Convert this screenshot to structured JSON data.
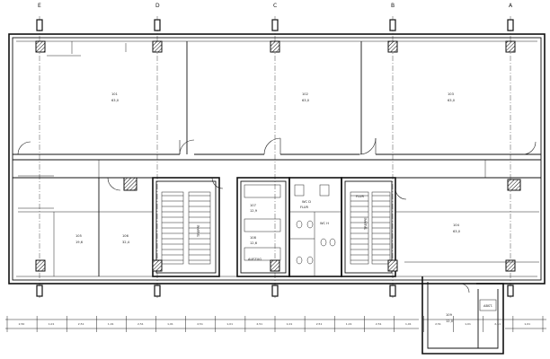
{
  "axes": {
    "top": [
      "E",
      "D",
      "C",
      "B",
      "A"
    ],
    "right_edge": "A"
  },
  "rooms": [
    {
      "id": "room-1",
      "title": "101",
      "area": "63,0"
    },
    {
      "id": "room-2",
      "title": "102",
      "area": "63,0"
    },
    {
      "id": "room-3",
      "title": "103",
      "area": "63,0"
    },
    {
      "id": "room-4",
      "title": "104",
      "area": "63,0"
    },
    {
      "id": "room-5",
      "title": "105",
      "area": "19,6"
    },
    {
      "id": "room-6",
      "title": "106",
      "area": "32,4"
    },
    {
      "id": "room-7",
      "title": "107",
      "area": "12,9"
    },
    {
      "id": "room-8",
      "title": "108",
      "area": "12,6"
    }
  ],
  "stair_labels": [
    "TREPPE",
    "TREPPE"
  ],
  "wc_labels": [
    "WC D",
    "WC H",
    "AUFZUG",
    "FLUR"
  ],
  "corridor_label": "FLUR",
  "annex_labels": [
    "109",
    "12,0",
    "ABST."
  ],
  "dimension_chain": [
    "2,50",
    "1,01",
    "2,51",
    "1,01",
    "2,51",
    "1,01",
    "2,51",
    "1,01",
    "2,51",
    "1,01",
    "2,51",
    "1,01",
    "2,51",
    "1,01",
    "2,51",
    "1,01",
    "2,51",
    "1,01"
  ]
}
